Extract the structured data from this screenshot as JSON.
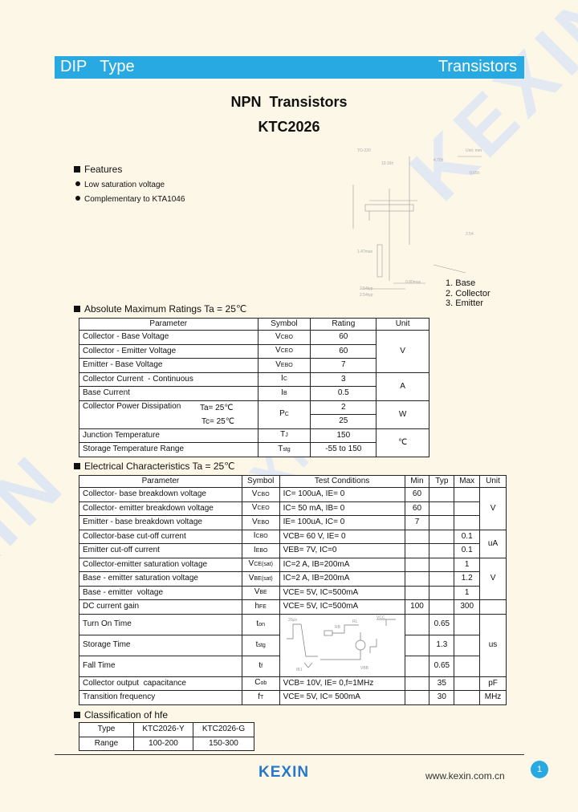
{
  "watermark": "KEXIN",
  "header": {
    "left": "DIP   Type",
    "right": "Transistors"
  },
  "title": "NPN  Transistors",
  "part": "KTC2026",
  "features": {
    "heading": "Features",
    "items": [
      "Low saturation voltage",
      "Complementary to KTA1046"
    ]
  },
  "package": {
    "legend": [
      "1. Base",
      "2. Collector",
      "3. Emitter"
    ]
  },
  "abs_max": {
    "heading": "Absolute Maximum Ratings Ta = 25℃",
    "headers": [
      "Parameter",
      "Symbol",
      "Rating",
      "Unit"
    ],
    "rows": [
      {
        "param": "Collector - Base Voltage",
        "sym": "V",
        "sub": "CBO",
        "rating": "60"
      },
      {
        "param": "Collector - Emitter Voltage",
        "sym": "V",
        "sub": "CEO",
        "rating": "60"
      },
      {
        "param": "Emitter - Base Voltage",
        "sym": "V",
        "sub": "EBO",
        "rating": "7"
      },
      {
        "param": "Collector Current  - Continuous",
        "sym": "I",
        "sub": "C",
        "rating": "3"
      },
      {
        "param": "Base Current",
        "sym": "I",
        "sub": "B",
        "rating": "0.5"
      },
      {
        "param": "Collector Power Dissipation",
        "cond1": "Ta= 25℃",
        "cond2": "Tc= 25℃",
        "sym": "P",
        "sub": "C",
        "rating1": "2",
        "rating2": "25"
      },
      {
        "param": "Junction Temperature",
        "sym": "T",
        "sub": "J",
        "rating": "150"
      },
      {
        "param": "Storage Temperature Range",
        "sym": "T",
        "sub": "stg",
        "rating": "-55 to 150"
      }
    ],
    "units": {
      "v": "V",
      "a": "A",
      "w": "W",
      "c": "℃"
    }
  },
  "elec": {
    "heading": "Electrical Characteristics Ta = 25℃",
    "headers": [
      "Parameter",
      "Symbol",
      "Test Conditions",
      "Min",
      "Typ",
      "Max",
      "Unit"
    ],
    "rows": [
      {
        "param": "Collector- base breakdown voltage",
        "sym": "V",
        "sub": "CBO",
        "cond": "IC= 100uA, IE= 0",
        "min": "60",
        "typ": "",
        "max": ""
      },
      {
        "param": "Collector- emitter breakdown voltage",
        "sym": "V",
        "sub": "CEO",
        "cond": "IC= 50 mA, IB= 0",
        "min": "60",
        "typ": "",
        "max": ""
      },
      {
        "param": "Emitter - base breakdown voltage",
        "sym": "V",
        "sub": "EBO",
        "cond": "IE= 100uA, IC= 0",
        "min": "7",
        "typ": "",
        "max": ""
      },
      {
        "param": "Collector-base cut-off current",
        "sym": "I",
        "sub": "CBO",
        "cond": "VCB= 60 V, IE= 0",
        "min": "",
        "typ": "",
        "max": "0.1"
      },
      {
        "param": "Emitter cut-off current",
        "sym": "I",
        "sub": "EBO",
        "cond": "VEB= 7V, IC=0",
        "min": "",
        "typ": "",
        "max": "0.1"
      },
      {
        "param": "Collector-emitter saturation voltage",
        "sym": "V",
        "sub": "CE(sat)",
        "cond": "IC=2 A, IB=200mA",
        "min": "",
        "typ": "",
        "max": "1"
      },
      {
        "param": "Base - emitter saturation voltage",
        "sym": "V",
        "sub": "BE(sat)",
        "cond": "IC=2 A, IB=200mA",
        "min": "",
        "typ": "",
        "max": "1.2"
      },
      {
        "param": "Base - emitter  voltage",
        "sym": "V",
        "sub": "BE",
        "cond": "VCE= 5V, IC=500mA",
        "min": "",
        "typ": "",
        "max": "1"
      },
      {
        "param": "DC current gain",
        "sym": "h",
        "sub": "FE",
        "cond": "VCE= 5V, IC=500mA",
        "min": "100",
        "typ": "",
        "max": "300"
      },
      {
        "param": "Turn On Time",
        "sym": "t",
        "sub": "on",
        "cond": "",
        "min": "",
        "typ": "0.65",
        "max": ""
      },
      {
        "param": "Storage Time",
        "sym": "t",
        "sub": "stg",
        "cond": "",
        "min": "",
        "typ": "1.3",
        "max": ""
      },
      {
        "param": "Fall Time",
        "sym": "t",
        "sub": "f",
        "cond": "",
        "min": "",
        "typ": "0.65",
        "max": ""
      },
      {
        "param": "Collector output  capacitance",
        "sym": "C",
        "sub": "ob",
        "cond": "VCB= 10V, IE= 0,f=1MHz",
        "min": "",
        "typ": "35",
        "max": "",
        "unit": "pF"
      },
      {
        "param": "Transition frequency",
        "sym": "f",
        "sub": "T",
        "cond": "VCE= 5V, IC= 500mA",
        "min": "",
        "typ": "30",
        "max": "",
        "unit": "MHz"
      }
    ],
    "units": {
      "v": "V",
      "ua": "uA",
      "us": "us"
    }
  },
  "classification": {
    "heading": "Classification of hfe",
    "headers": [
      "Type",
      "KTC2026-Y",
      "KTC2026-G"
    ],
    "row": [
      "Range",
      "100-200",
      "150-300"
    ]
  },
  "footer": {
    "logo": "KEXIN",
    "site": "www.kexin.com.cn",
    "page": "1"
  }
}
